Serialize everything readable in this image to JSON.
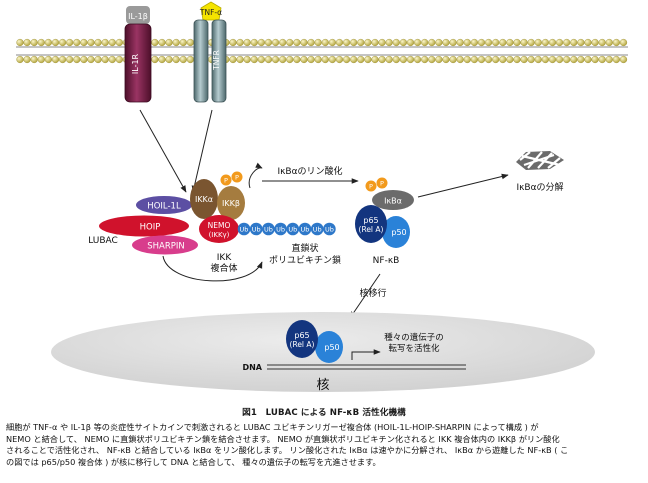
{
  "receptors": {
    "il1b_ligand": "IL-1β",
    "il1r": "IL-1R",
    "tnfa_ligand": "TNF-α",
    "tnfr": "TNFR"
  },
  "lubac": {
    "label": "LUBAC",
    "hoil": "HOIL-1L",
    "hoip": "HOIP",
    "sharpin": "SHARPIN"
  },
  "ikk": {
    "ikka": "IKKα",
    "ikkb": "IKKβ",
    "nemo_line1": "NEMO",
    "nemo_line2": "(IKKγ)",
    "complex_line1": "IKK",
    "complex_line2": "複合体",
    "phospho": "P",
    "ub_chain": [
      "Ub",
      "Ub",
      "Ub",
      "Ub",
      "Ub",
      "Ub",
      "Ub",
      "Ub"
    ]
  },
  "chain_label_line1": "直鎖状",
  "chain_label_line2": "ポリユビキチン鎖",
  "phosphorylation_label": "IκBαのリン酸化",
  "nfkb": {
    "ikba": "IκBα",
    "p65_line1": "p65",
    "p65_line2": "(Rel A)",
    "p50": "p50",
    "label": "NF-κB",
    "phospho": "P"
  },
  "degradation_label": "IκBαの分解",
  "translocation_label": "核移行",
  "nucleus": {
    "p65_line1": "p65",
    "p65_line2": "(Rel A)",
    "p50": "p50",
    "activation_line1": "種々の遺伝子の",
    "activation_line2": "転写を活性化",
    "dna_label": "DNA",
    "nucleus_label": "核"
  },
  "caption": "図1　LUBAC による NF-κB 活性化機構",
  "description": [
    "細胞が TNF-α や IL-1β 等の炎症性サイトカインで刺激されると LUBAC ユビキチンリガーゼ複合体 (HOIL-1L-HOIP-SHARPIN によって構成 ) が",
    "NEMO と結合して、 NEMO に直鎖状ポリユビキチン鎖を結合させます。 NEMO が直鎖状ポリユビキチン化されると IKK 複合体内の IKKβ がリン酸化",
    "されることで活性化され、 NF-κB と結合している IκBα をリン酸化します。 リン酸化された IκBα は速やかに分解され、 IκBα から遊離した NF-κB ( こ",
    "の図では p65/p50 複合体 ) が核に移行して DNA と結合して、 種々の遺伝子の転写を亢進させます。"
  ],
  "colors": {
    "membrane_head": "#c9bd5c",
    "il1r": "#7a1f45",
    "tnfr": "#7f9ea2",
    "tnf_ligand": "#f5e400",
    "hoil": "#5c4fa3",
    "hoip": "#d0122c",
    "sharpin": "#d83d8c",
    "ikka": "#7a5530",
    "ikkb": "#a57c3f",
    "phospho": "#f29a1c",
    "ub": "#2e78c9",
    "p65": "#13357f",
    "p50": "#2a82d8",
    "ikba_nfkb": "#6b6b6b",
    "nucleus": "#dedede"
  }
}
